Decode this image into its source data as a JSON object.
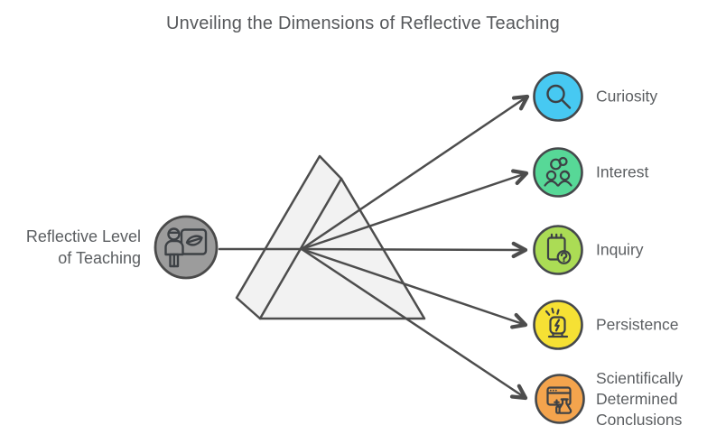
{
  "title": "Unveiling the Dimensions of Reflective Teaching",
  "source": {
    "label": "Reflective Level\nof Teaching",
    "icon": "teacher-presentation-icon",
    "fill": "#9c9c9c",
    "border": "#4a4a4a"
  },
  "prism": {
    "fill": "#f2f2f2",
    "stroke": "#4d4d4d"
  },
  "outputs": [
    {
      "label": "Curiosity",
      "icon": "magnifier-icon",
      "fill": "#47c9f2"
    },
    {
      "label": "Interest",
      "icon": "team-rings-icon",
      "fill": "#57d897"
    },
    {
      "label": "Inquiry",
      "icon": "notepad-question-icon",
      "fill": "#abdc55"
    },
    {
      "label": "Persistence",
      "icon": "fist-lightning-icon",
      "fill": "#f6e134"
    },
    {
      "label": "Scientifically Determined Conclusions",
      "icon": "browser-flask-icon",
      "fill": "#f4a44d"
    }
  ],
  "colors": {
    "background": "#ffffff",
    "ray_stroke": "#4d4d4d",
    "circle_border": "#45484b",
    "glyph_stroke": "#3d4145",
    "title_text": "#56585b",
    "label_text": "#5b5e61"
  }
}
